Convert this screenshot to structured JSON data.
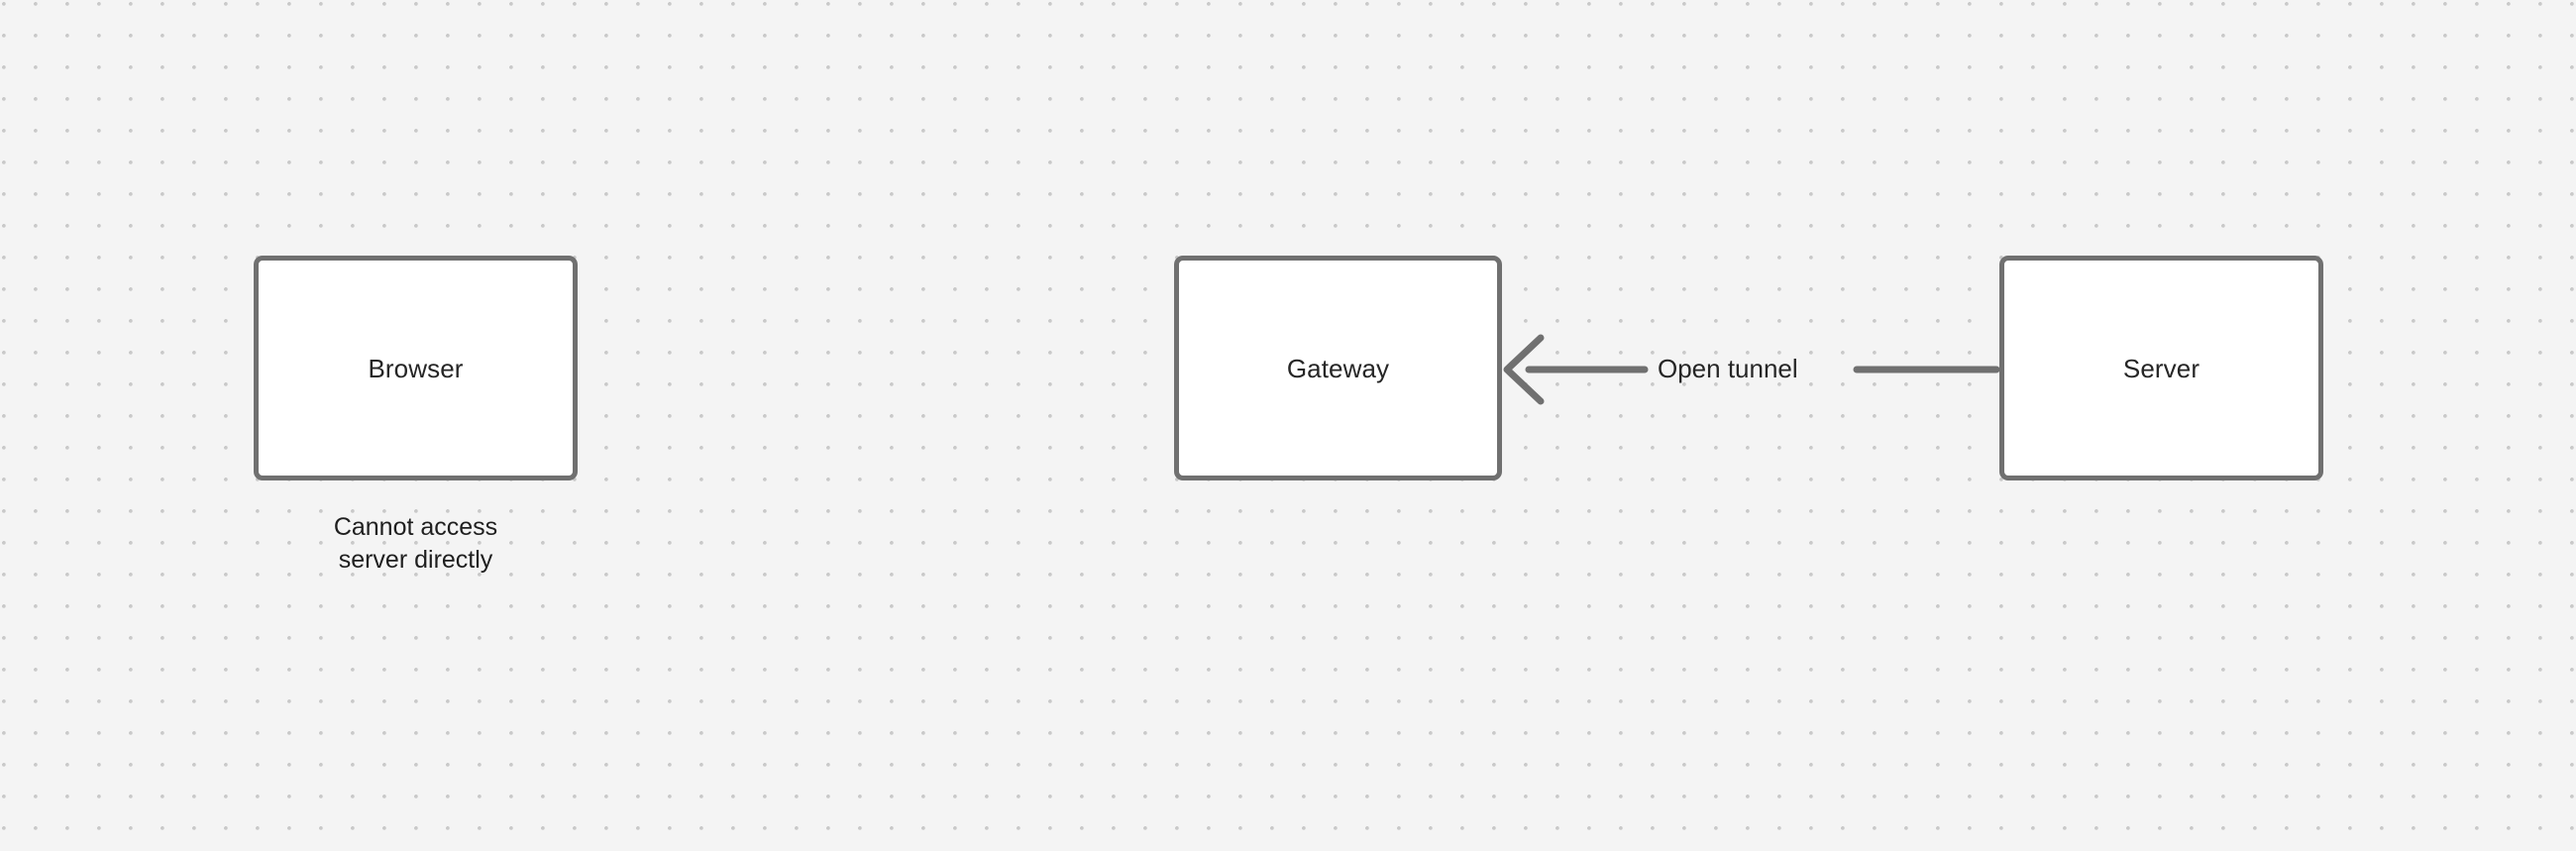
{
  "diagram": {
    "type": "flow-diagram",
    "background_color": "#f4f4f4",
    "grid": "dotted",
    "node_border_color": "#707070",
    "node_fill_color": "#ffffff",
    "edge_color": "#707070",
    "text_color": "#262626",
    "nodes": [
      {
        "id": "browser",
        "label": "Browser",
        "caption_line1": "Cannot access",
        "caption_line2": "server directly"
      },
      {
        "id": "gateway",
        "label": "Gateway"
      },
      {
        "id": "server",
        "label": "Server"
      }
    ],
    "edges": [
      {
        "id": "server-to-gateway",
        "label": "Open tunnel",
        "from": "Server",
        "to": "Gateway",
        "direction": "left",
        "arrowhead": "chevron"
      }
    ]
  }
}
